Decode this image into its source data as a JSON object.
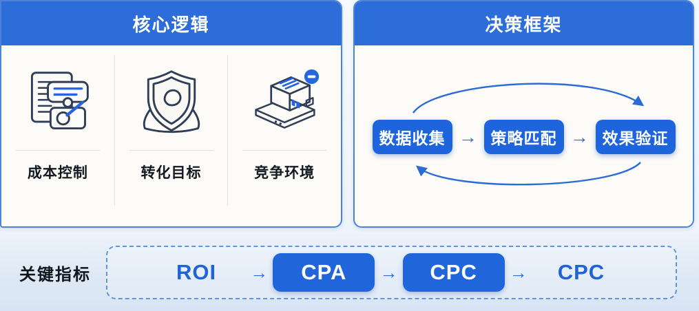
{
  "colors": {
    "header_blue": "#2c6dda",
    "chip_blue": "#1e64dc",
    "text_blue": "#1f63d6",
    "arrow_blue": "#2f6ed8",
    "dashed_border_blue": "#5e92e2",
    "card_background": "#fcfbf8",
    "strip_background": "#dde8f5"
  },
  "core_panel": {
    "title": "核心逻辑",
    "items": [
      {
        "icon": "documents-pen-icon",
        "label": "成本控制"
      },
      {
        "icon": "shield-person-icon",
        "label": "转化目标"
      },
      {
        "icon": "isometric-box-icon",
        "label": "竞争环境"
      }
    ]
  },
  "decision_panel": {
    "title": "决策框架",
    "arrow": "→",
    "steps": [
      "数据收集",
      "策略匹配",
      "效果验证"
    ],
    "cycle": "true"
  },
  "metrics_bar": {
    "label": "关键指标",
    "arrow": "→",
    "items": [
      {
        "text": "ROI",
        "variant": "text"
      },
      {
        "text": "CPA",
        "variant": "chip"
      },
      {
        "text": "CPC",
        "variant": "chip"
      },
      {
        "text": "CPC",
        "variant": "text"
      }
    ]
  }
}
